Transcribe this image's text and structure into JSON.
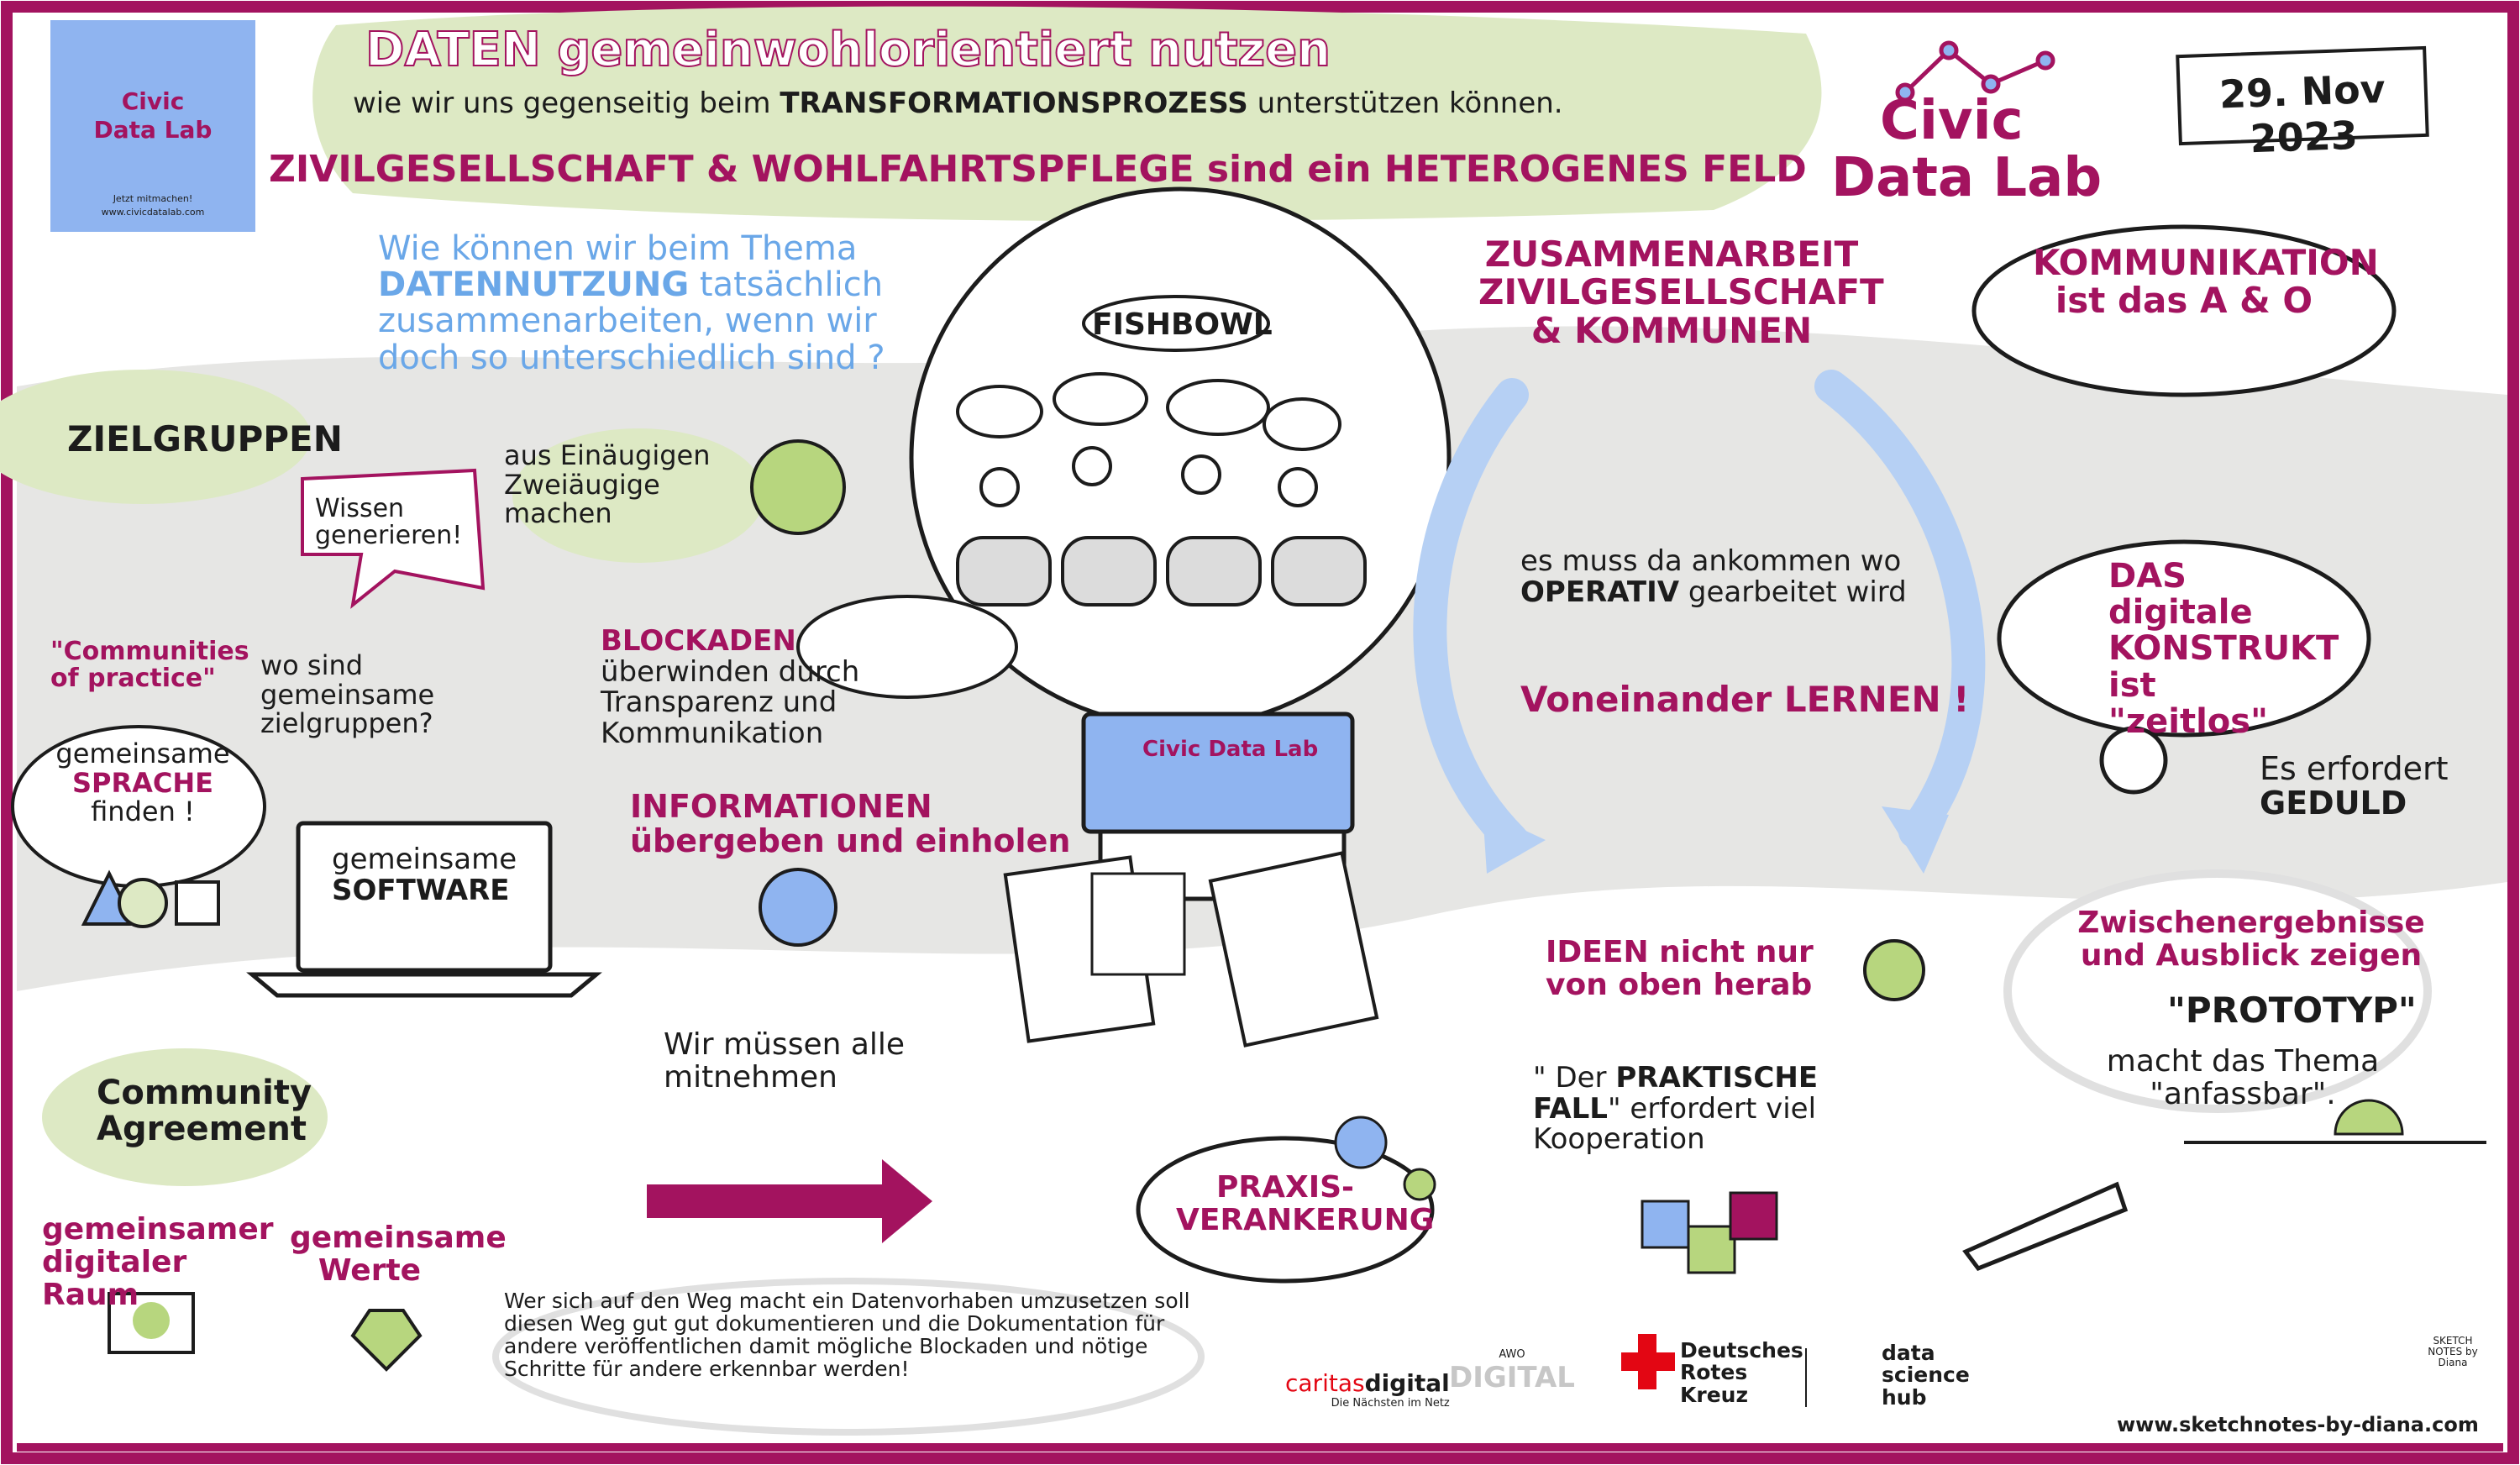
{
  "header": {
    "title": "DATEN gemeinwohlorientiert nutzen",
    "subtitle_pre": "wie wir uns gegenseitig beim",
    "subtitle_bold": "TRANSFORMATIONSPROZESS",
    "subtitle_post": "unterstützen können.",
    "field_statement": "ZIVILGESELLSCHAFT & WOHLFAHRTSPFLEGE sind ein HETEROGENES FELD",
    "date": "29. Nov 2023"
  },
  "logo_small": {
    "name_line1": "Civic",
    "name_line2": "Data Lab",
    "tagline": "Jetzt mitmachen!",
    "url": "www.civicdatalab.com"
  },
  "logo_main": {
    "line1": "Civic",
    "line2": "Data Lab"
  },
  "question": {
    "line1": "Wie können wir beim Thema",
    "line2_bold": "DATENNUTZUNG",
    "line2_rest": "tatsächlich",
    "line3": "zusammenarbeiten, wenn wir",
    "line4": "doch so unterschiedlich sind ?"
  },
  "left": {
    "zielgruppen": "ZIELGRUPPEN",
    "wissen": "Wissen generieren!",
    "communities": "\"Communities of practice\"",
    "wo_sind": "wo sind gemeinsame zielgruppen?",
    "sprache_pre": "gemeinsame",
    "sprache_bold": "SPRACHE",
    "sprache_post": "finden !",
    "software_pre": "gemeinsame",
    "software_bold": "SOFTWARE",
    "community": "Community Agreement",
    "raum": "gemeinsamer digitaler Raum",
    "werte": "gemeinsame Werte"
  },
  "center": {
    "einaeugig": "aus Einäugigen Zweiäugige machen",
    "blockaden_bold": "BLOCKADEN",
    "blockaden_rest": "überwinden durch Transparenz und Kommunikation",
    "fishbowl": "FISHBOWL",
    "informationen_bold": "INFORMATIONEN",
    "informationen_rest": "übergeben und einholen",
    "mitnehmen": "Wir müssen alle mitnehmen",
    "laptop_logo": "Civic Data Lab",
    "praxis": "PRAXIS-VERANKERUNG",
    "bottom_note": "Wer sich auf den Weg macht ein Datenvorhaben umzusetzen soll diesen Weg gut gut dokumentieren und die Dokumentation für andere veröffentlichen damit mögliche Blockaden und nötige Schritte für andere erkennbar werden!"
  },
  "right": {
    "zusammenarbeit": "ZUSAMMENARBEIT ZIVILGESELLSCHAFT & KOMMUNEN",
    "operativ_pre": "es muss da ankommen wo",
    "operativ_bold": "OPERATIV",
    "operativ_post": "gearbeitet wird",
    "voneinander": "Voneinander LERNEN !",
    "ideen": "IDEEN nicht nur von oben herab",
    "praktisch_pre": "\" Der",
    "praktisch_bold": "PRAKTISCHE FALL",
    "praktisch_post": "\" erfordert viel Kooperation",
    "kommunikation_bold": "KOMMUNIKATION",
    "kommunikation_rest": "ist das A & O",
    "digital_konstrukt": "DAS digitale KONSTRUKT ist \"zeitlos\"",
    "geduld_pre": "Es erfordert",
    "geduld_bold": "GEDULD",
    "zwischen": "Zwischenergebnisse und Ausblick zeigen",
    "prototyp": "\"PROTOTYP\"",
    "prototyp_rest": "macht das Thema \"anfassbar\"."
  },
  "sponsors": {
    "caritas_a": "caritas",
    "caritas_b": "digital",
    "caritas_sub": "Die Nächsten im Netz",
    "awo_small": "AWO",
    "awo_big": "DIGITAL",
    "drk1": "Deutsches",
    "drk2": "Rotes",
    "drk3": "Kreuz",
    "dsh1": "data",
    "dsh2": "science",
    "dsh3": "hub"
  },
  "footer": {
    "url": "www.sketchnotes-by-diana.com",
    "stamp": "SKETCH NOTES by Diana"
  },
  "colors": {
    "magenta": "#a3135f",
    "green": "#dde9c4",
    "grey": "#e4e4e2",
    "blue": "#8fb4f0"
  }
}
